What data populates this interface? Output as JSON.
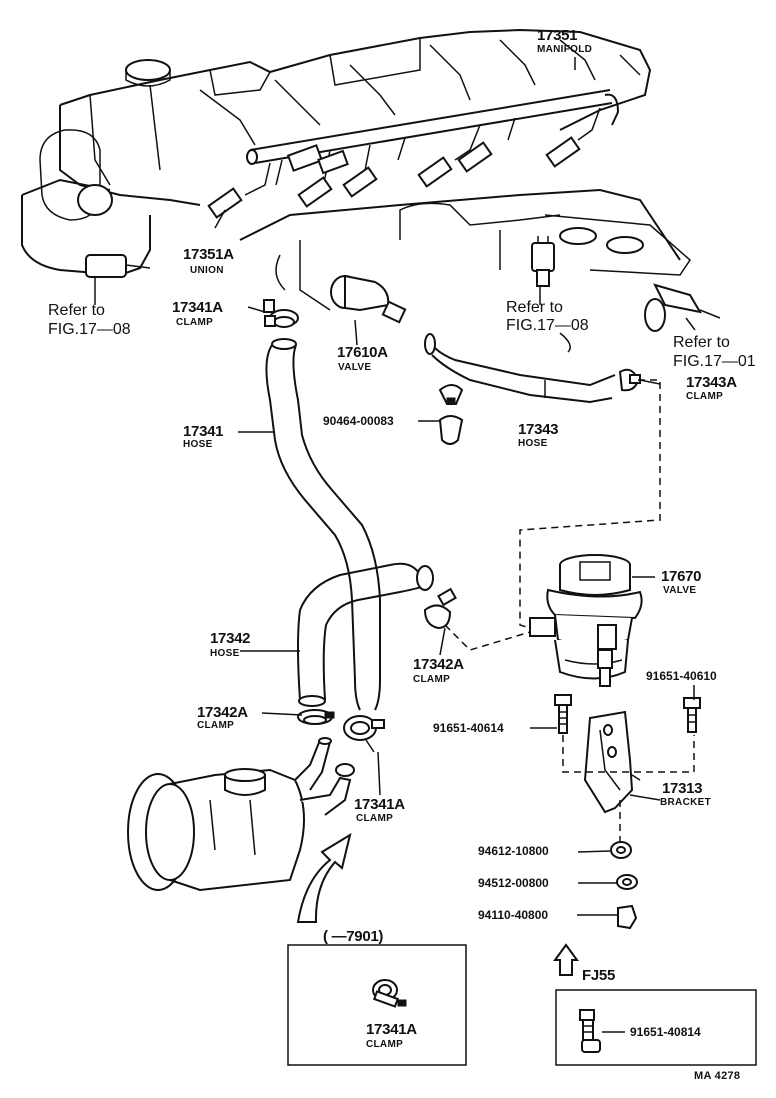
{
  "callouts": {
    "manifold": {
      "part": "17351",
      "name": "MANIFOLD"
    },
    "union": {
      "part": "17351A",
      "name": "UNION"
    },
    "clamp_top": {
      "part": "17341A",
      "name": "CLAMP"
    },
    "valve_top": {
      "part": "17610A",
      "name": "VALVE"
    },
    "clip": {
      "part": "90464-00083"
    },
    "hose_main": {
      "part": "17341",
      "name": "HOSE"
    },
    "hose_right": {
      "part": "17343",
      "name": "HOSE"
    },
    "clamp_right": {
      "part": "17343A",
      "name": "CLAMP"
    },
    "air_valve": {
      "part": "17670",
      "name": "VALVE"
    },
    "hose_lower": {
      "part": "17342",
      "name": "HOSE"
    },
    "clamp_mid": {
      "part": "17342A",
      "name": "CLAMP"
    },
    "clamp_low_left": {
      "part": "17342A",
      "name": "CLAMP"
    },
    "clamp_low": {
      "part": "17341A",
      "name": "CLAMP"
    },
    "bolt_right": {
      "part": "91651-40610"
    },
    "bolt_left": {
      "part": "91651-40614"
    },
    "bracket": {
      "part": "17313",
      "name": "BRACKET"
    },
    "nut": {
      "part": "94612-10800"
    },
    "washer": {
      "part": "94512-00800"
    },
    "nut2": {
      "part": "94110-40800"
    }
  },
  "refs": {
    "ref_left": {
      "line1": "Refer to",
      "line2": "FIG.17—08"
    },
    "ref_mid": {
      "line1": "Refer to",
      "line2": "FIG.17—08"
    },
    "ref_right": {
      "line1": "Refer to",
      "line2": "FIG.17—01"
    }
  },
  "inset_left": {
    "header": "(        —7901)",
    "part": "17341A",
    "name": "CLAMP"
  },
  "inset_right": {
    "header": "FJ55",
    "part": "91651-40814"
  },
  "figure_code": "MA 4278",
  "colors": {
    "ink": "#111111",
    "paper": "#ffffff"
  }
}
